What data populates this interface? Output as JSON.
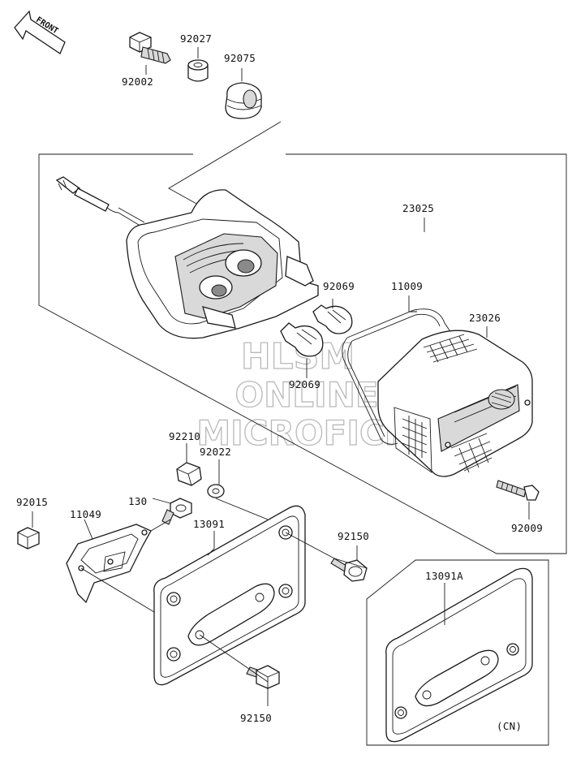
{
  "front_arrow": {
    "label": "FRONT"
  },
  "parts": {
    "p92002": "92002",
    "p92027": "92027",
    "p92075": "92075",
    "p23025": "23025",
    "p92069_a": "92069",
    "p11009": "11009",
    "p23026": "23026",
    "p92069_b": "92069",
    "p92009": "92009",
    "p92210": "92210",
    "p92022": "92022",
    "p130": "130",
    "p92015": "92015",
    "p11049": "11049",
    "p13091": "13091",
    "p92150_a": "92150",
    "p13091A": "13091A",
    "p92150_b": "92150"
  },
  "region_note": "(CN)",
  "watermark": {
    "line1": "HLSM",
    "line2": "ONLINE",
    "line3": "MICROFICHE"
  }
}
